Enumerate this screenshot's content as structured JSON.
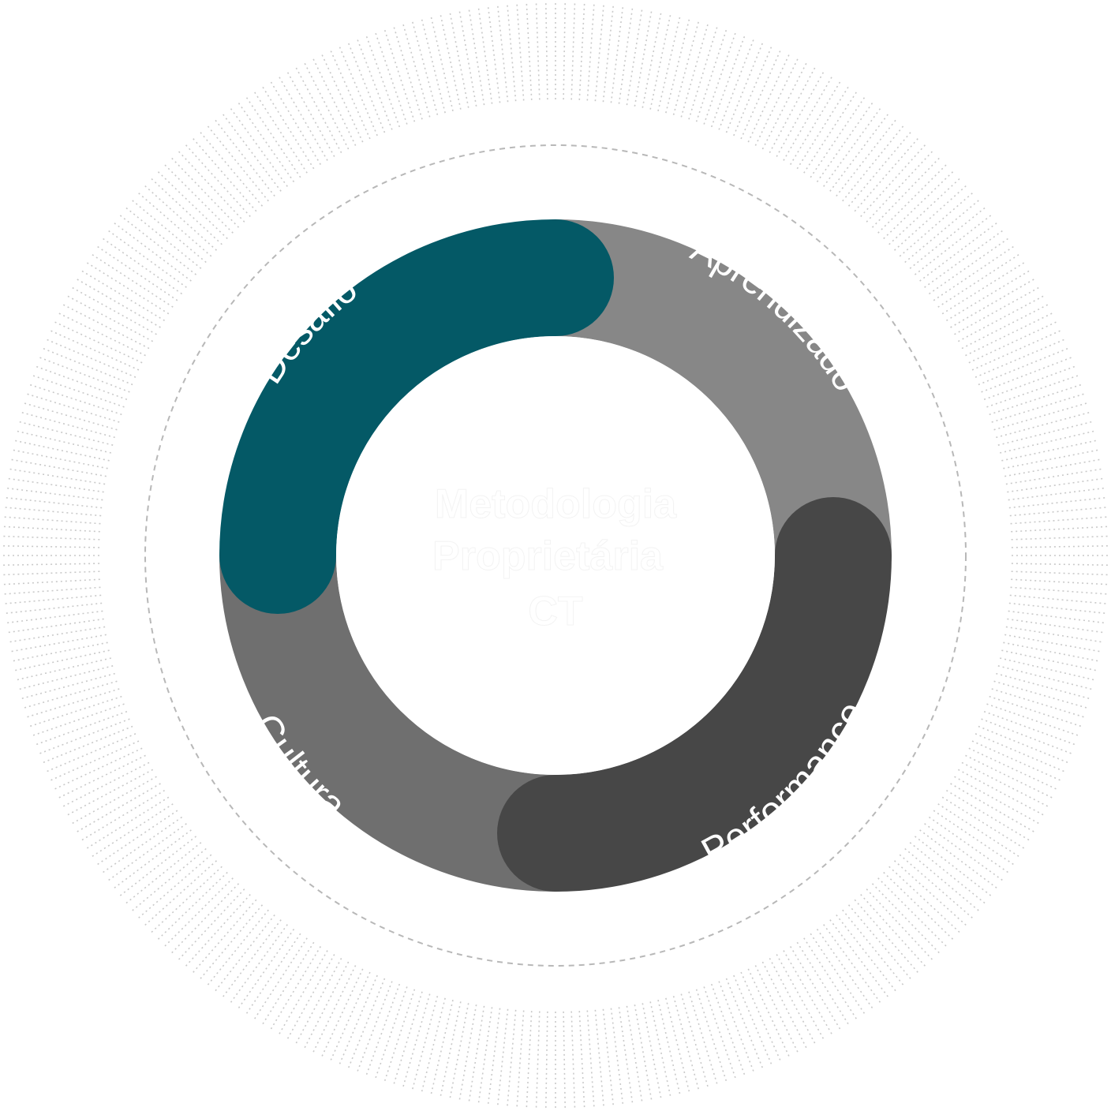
{
  "diagram": {
    "segments": [
      {
        "key": "aprendizado",
        "label": "Aprendizado",
        "color": "#878787"
      },
      {
        "key": "cultura",
        "label": "Cultura",
        "color": "#6f6f6f"
      },
      {
        "key": "performance",
        "label": "Performance",
        "color": "#474747"
      },
      {
        "key": "desafio",
        "label": "Desafio",
        "color": "#045966"
      }
    ],
    "center": {
      "line1": "Metodologia",
      "line2": "Proprietária",
      "line3": "CT"
    },
    "outer_rings": {
      "dashed_color": "#b8b8b8",
      "tick_color": "#c9c9c9"
    }
  }
}
